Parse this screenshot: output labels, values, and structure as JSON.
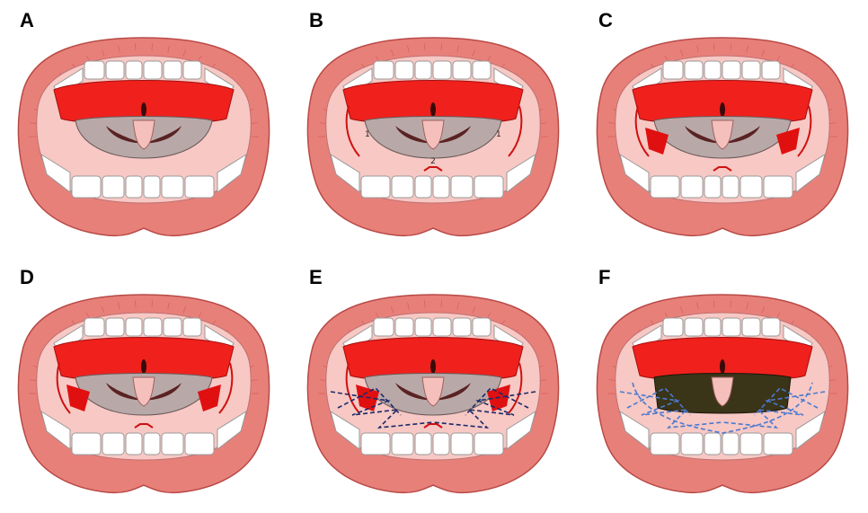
{
  "figure": {
    "panels": [
      {
        "id": "A",
        "label": "A",
        "incisions": false,
        "numbers": [],
        "flaps": false,
        "sutures": false,
        "closure": false
      },
      {
        "id": "B",
        "label": "B",
        "incisions": true,
        "numbers": [
          "1",
          "1",
          "2"
        ],
        "flaps": false,
        "sutures": false,
        "closure": false
      },
      {
        "id": "C",
        "label": "C",
        "incisions": true,
        "numbers": [],
        "flaps": true,
        "sutures": false,
        "closure": false
      },
      {
        "id": "D",
        "label": "D",
        "incisions": true,
        "numbers": [],
        "flaps": true,
        "sutures": false,
        "closure": false
      },
      {
        "id": "E",
        "label": "E",
        "incisions": true,
        "numbers": [],
        "flaps": true,
        "sutures": true,
        "closure": false
      },
      {
        "id": "F",
        "label": "F",
        "incisions": false,
        "numbers": [],
        "flaps": false,
        "sutures": true,
        "closure": true
      }
    ],
    "colors": {
      "lips": "#e8807a",
      "lip_outline": "#b84a46",
      "palate": "#f0201c",
      "mucosa": "#f7c8c4",
      "incision": "#d01010",
      "suture_dark": "#1a2a6a",
      "suture_light": "#4a7ad0",
      "closure": "#3a3418"
    }
  }
}
